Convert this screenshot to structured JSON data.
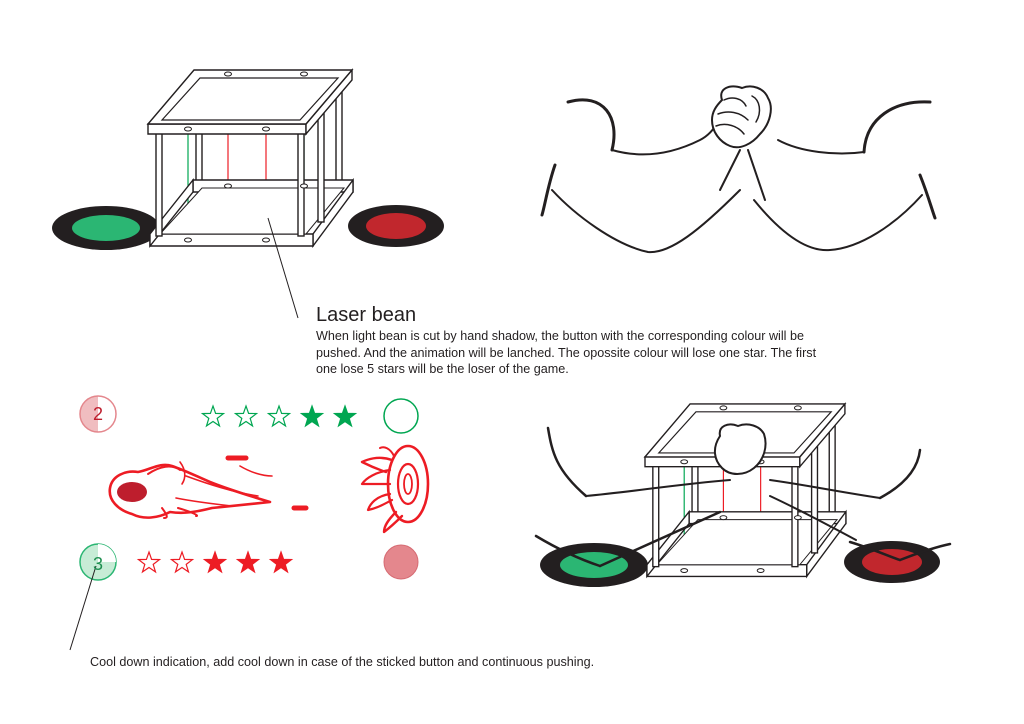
{
  "annotations": {
    "laser_title": "Laser bean",
    "laser_description": "When light bean is cut by hand shadow, the button with the corresponding colour will be pushed. And the animation will be lanched. The opossite colour will lose one star. The first one lose 5 stars will be the loser of the game.",
    "cooldown_description": "Cool down indication, add cool down in case of the sticked button and continuous pushing."
  },
  "hud": {
    "top_player": {
      "cooldown_number": "2",
      "stars_total": 5,
      "stars_filled": 2,
      "color": "#00a651"
    },
    "bottom_player": {
      "cooldown_number": "3",
      "stars_total": 5,
      "stars_filled": 3,
      "color": "#ed1c24"
    }
  },
  "colors": {
    "green_button": "#2bb673",
    "red_button": "#c1272d",
    "pad_outline": "#231f20",
    "green_laser": "#00a651",
    "red_laser": "#ed1c24",
    "star_green": "#00a651",
    "star_red": "#ed1c24",
    "fireball": "#ed1c24",
    "fireball_core": "#be1e2d",
    "cooldown_red": "#e4878d",
    "cooldown_green": "#8fd4ad"
  }
}
